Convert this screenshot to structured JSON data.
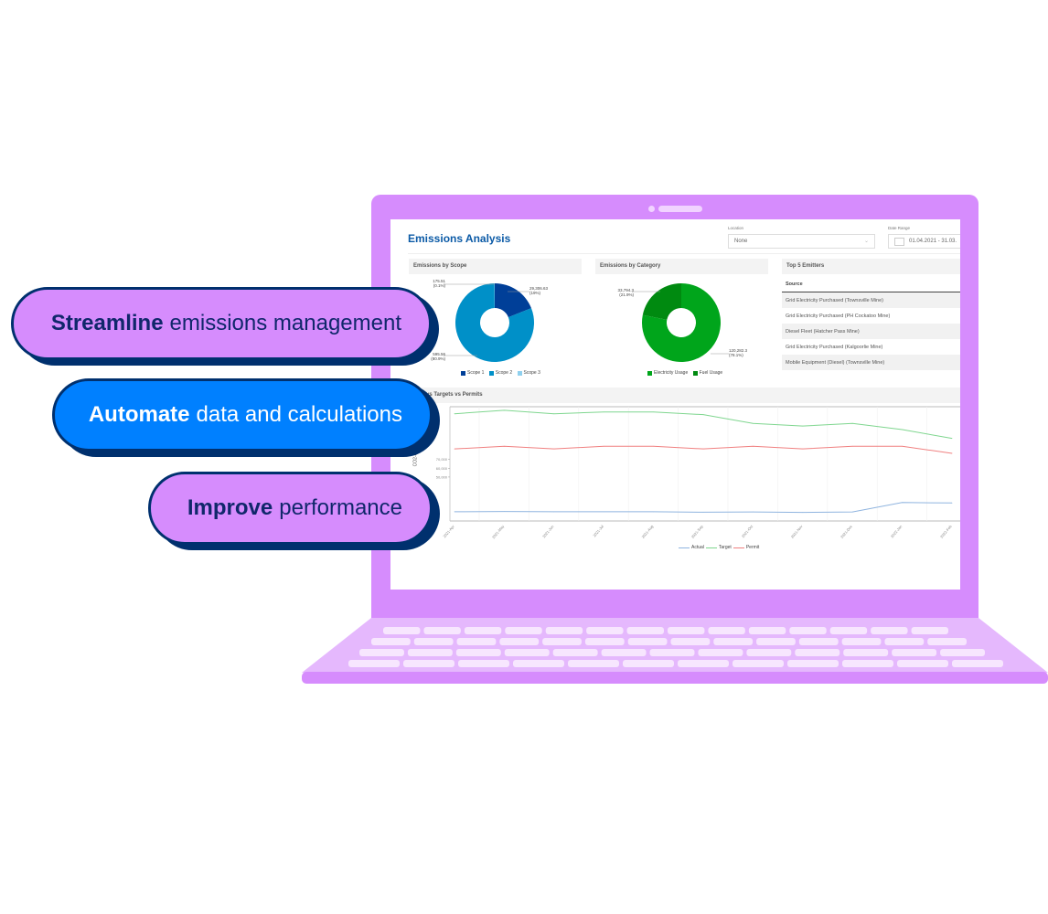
{
  "pills": [
    {
      "bold": "Streamline",
      "rest": "emissions management",
      "bg": "#d68cfd",
      "fg": "#10276b"
    },
    {
      "bold": "Automate",
      "rest": "data and calculations",
      "bg": "#0080ff",
      "fg": "#ffffff"
    },
    {
      "bold": "Improve",
      "rest": "performance",
      "bg": "#d68cfd",
      "fg": "#10276b"
    }
  ],
  "dashboard": {
    "title": "Emissions Analysis",
    "location": {
      "label": "Location",
      "value": "None"
    },
    "date_range": {
      "label": "Date Range",
      "value": "01.04.2021 - 31.03."
    },
    "top_emitters": {
      "title": "Top 5 Emitters",
      "column": "Source",
      "rows": [
        "Grid Electricity Purchased (Townsville Mine)",
        "Grid Electricity Purchased (PH Cockatoo Mine)",
        "Diesel Fleet (Hatcher Pass Mine)",
        "Grid Electricity Purchased (Kalgoorlie Mine)",
        "Mobile Equipment (Diesel) (Townsville Mine)"
      ]
    }
  },
  "chart_data": [
    {
      "type": "pie",
      "title": "Emissions by Scope",
      "donut": true,
      "categories": [
        "Scope 1",
        "Scope 2",
        "Scope 3"
      ],
      "values": [
        19,
        80.9,
        0.1
      ],
      "data_labels": [
        [
          "29,306.63",
          "(19%)"
        ],
        [
          "595.56",
          "(80.9%)"
        ],
        [
          "175.51",
          "(0.1%)"
        ]
      ],
      "colors": [
        "#003f98",
        "#0090c8",
        "#8fd0ee"
      ],
      "legend": "bottom"
    },
    {
      "type": "pie",
      "title": "Emissions by Category",
      "donut": true,
      "categories": [
        "Electricity Usage",
        "Fuel Usage"
      ],
      "values": [
        78.1,
        21.9
      ],
      "data_labels": [
        [
          "120,282.3",
          "(78.1%)"
        ],
        [
          "33,794.3",
          "(21.9%)"
        ]
      ],
      "colors": [
        "#00a51b",
        "#008a10"
      ],
      "legend": "bottom"
    },
    {
      "type": "line",
      "title": "vs Targets vs Permits",
      "ylabel": "CO2-e",
      "x": [
        "2021-Apr",
        "2021-May",
        "2021-Jun",
        "2021-Jul",
        "2021-Aug",
        "2021-Sep",
        "2021-Oct",
        "2021-Nov",
        "2021-Dec",
        "2022-Jan",
        "2022-Feb"
      ],
      "yticks": [
        50000,
        60000,
        70000
      ],
      "ylim": [
        0,
        130000
      ],
      "series": [
        {
          "name": "Actual",
          "color": "#8fb4df",
          "values": [
            10500,
            10800,
            10500,
            10500,
            10500,
            10000,
            10300,
            9800,
            10300,
            21000,
            20500
          ]
        },
        {
          "name": "Target",
          "color": "#7fd68f",
          "values": [
            122000,
            126000,
            122000,
            124000,
            124000,
            121000,
            111000,
            108000,
            111000,
            104000,
            94000
          ]
        },
        {
          "name": "Permit",
          "color": "#f08080",
          "values": [
            82000,
            85000,
            82000,
            85000,
            85000,
            82000,
            85000,
            82000,
            85000,
            85000,
            77000
          ]
        }
      ],
      "legend": "bottom",
      "grid": true
    }
  ]
}
